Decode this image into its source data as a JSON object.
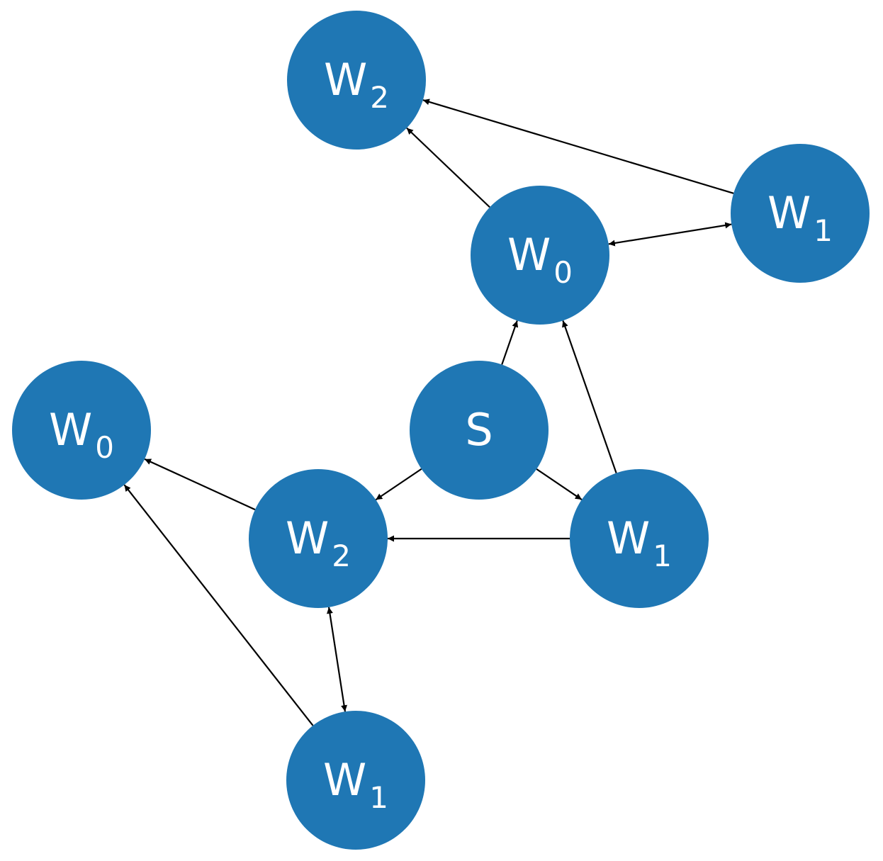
{
  "diagram": {
    "colors": {
      "node_fill": "#1f77b4",
      "node_text": "#ffffff",
      "edge": "#000000",
      "background": "#ffffff"
    },
    "nodes": [
      {
        "id": "s",
        "base": "S",
        "sub": ""
      },
      {
        "id": "w0_a",
        "base": "W",
        "sub": "0"
      },
      {
        "id": "w1_a",
        "base": "W",
        "sub": "1"
      },
      {
        "id": "w2_a",
        "base": "W",
        "sub": "2"
      },
      {
        "id": "w1_b",
        "base": "W",
        "sub": "1"
      },
      {
        "id": "w2_b",
        "base": "W",
        "sub": "2"
      },
      {
        "id": "w0_b",
        "base": "W",
        "sub": "0"
      },
      {
        "id": "w1_c",
        "base": "W",
        "sub": "1"
      }
    ],
    "edges": [
      {
        "from": "s",
        "to": "w0_a",
        "bidirectional": false
      },
      {
        "from": "s",
        "to": "w2_b",
        "bidirectional": false
      },
      {
        "from": "s",
        "to": "w1_b",
        "bidirectional": false
      },
      {
        "from": "w0_a",
        "to": "w2_a",
        "bidirectional": false
      },
      {
        "from": "w1_a",
        "to": "w2_a",
        "bidirectional": false
      },
      {
        "from": "w0_a",
        "to": "w1_a",
        "bidirectional": true
      },
      {
        "from": "w1_b",
        "to": "w0_a",
        "bidirectional": false
      },
      {
        "from": "w1_b",
        "to": "w2_b",
        "bidirectional": false
      },
      {
        "from": "w2_b",
        "to": "w0_b",
        "bidirectional": false
      },
      {
        "from": "w1_c",
        "to": "w0_b",
        "bidirectional": false
      },
      {
        "from": "w2_b",
        "to": "w1_c",
        "bidirectional": true
      }
    ]
  }
}
